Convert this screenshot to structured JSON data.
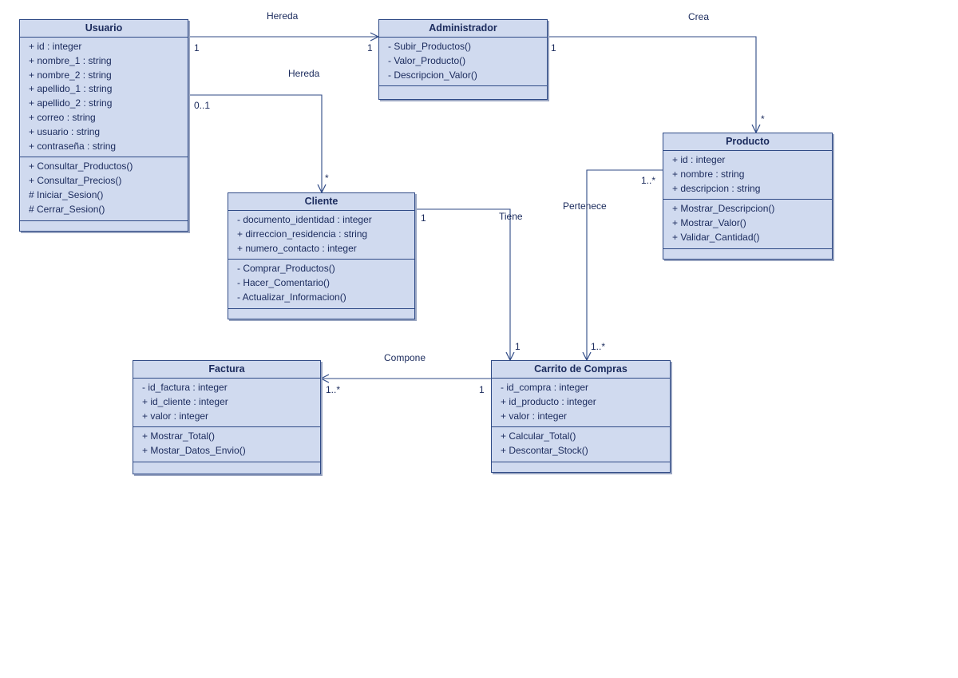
{
  "classes": {
    "usuario": {
      "name": "Usuario",
      "attributes": [
        "+ id : integer",
        "+ nombre_1 : string",
        "+ nombre_2 : string",
        "+ apellido_1 : string",
        "+ apellido_2 : string",
        "+ correo : string",
        "+ usuario : string",
        "+ contraseña : string"
      ],
      "operations": [
        "+ Consultar_Productos()",
        "+ Consultar_Precios()",
        "# Iniciar_Sesion()",
        "# Cerrar_Sesion()"
      ]
    },
    "administrador": {
      "name": "Administrador",
      "attributes": [],
      "operations": [
        "- Subir_Productos()",
        "- Valor_Producto()",
        "- Descripcion_Valor()"
      ]
    },
    "producto": {
      "name": "Producto",
      "attributes": [
        "+ id : integer",
        "+ nombre : string",
        "+ descripcion : string"
      ],
      "operations": [
        "+ Mostrar_Descripcion()",
        "+ Mostrar_Valor()",
        "+ Validar_Cantidad()"
      ]
    },
    "cliente": {
      "name": "Cliente",
      "attributes": [
        "- documento_identidad : integer",
        "+ dirreccion_residencia : string",
        "+ numero_contacto : integer"
      ],
      "operations": [
        "- Comprar_Productos()",
        "- Hacer_Comentario()",
        "- Actualizar_Informacion()"
      ]
    },
    "factura": {
      "name": "Factura",
      "attributes": [
        "- id_factura : integer",
        "+ id_cliente : integer",
        "+ valor : integer"
      ],
      "operations": [
        "+ Mostrar_Total()",
        "+ Mostar_Datos_Envio()"
      ]
    },
    "carrito": {
      "name": "Carrito de Compras",
      "attributes": [
        "- id_compra : integer",
        "+ id_producto : integer",
        "+ valor : integer"
      ],
      "operations": [
        "+ Calcular_Total()",
        "+ Descontar_Stock()"
      ]
    }
  },
  "relations": [
    {
      "id": "usuario-administrador",
      "label": "Hereda",
      "source_mult": "1",
      "target_mult": "1"
    },
    {
      "id": "usuario-cliente",
      "label": "Hereda",
      "source_mult": "0..1",
      "target_mult": "*"
    },
    {
      "id": "administrador-producto",
      "label": "Crea",
      "source_mult": "1",
      "target_mult": "*"
    },
    {
      "id": "cliente-carrito",
      "label": "Tiene",
      "source_mult": "1",
      "target_mult": "1"
    },
    {
      "id": "producto-carrito",
      "label": "Pertenece",
      "source_mult": "1..*",
      "target_mult": "1..*"
    },
    {
      "id": "carrito-factura",
      "label": "Compone",
      "source_mult": "1",
      "target_mult": "1..*"
    }
  ],
  "colors": {
    "class_fill": "#d0daef",
    "class_border": "#2f4a86",
    "line": "#2f4a86",
    "text": "#1a2a5c"
  }
}
